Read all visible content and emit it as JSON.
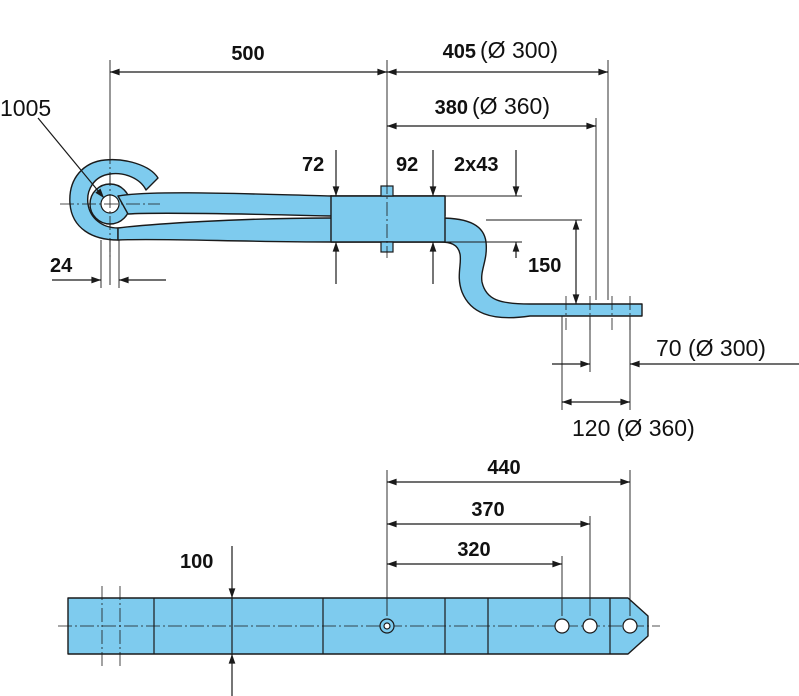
{
  "dimensions": {
    "eye_diameter": "1005",
    "front_length": "500",
    "rear_length_1": "405",
    "rear_length_1_note": "(Ø 300)",
    "rear_length_2": "380",
    "rear_length_2_note": "(Ø 360)",
    "thickness_1": "72",
    "thickness_2": "92",
    "leaf_count": "2x43",
    "drop_height": "150",
    "eye_width": "24",
    "end_offset_1": "70 (Ø 300)",
    "end_offset_2": "120 (Ø 360)",
    "width": "100",
    "hole_1": "440",
    "hole_2": "370",
    "hole_3": "320"
  },
  "colors": {
    "part_fill": "#7ecbee",
    "outline": "#1a1a1a"
  }
}
